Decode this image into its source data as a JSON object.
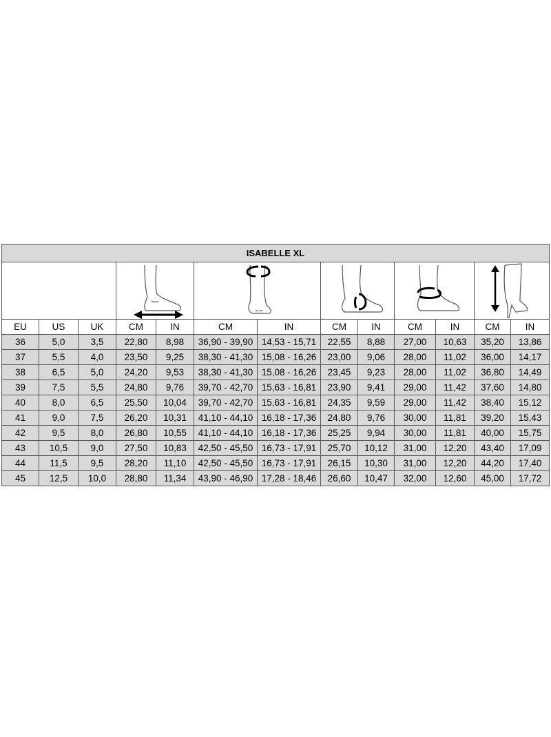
{
  "title": "ISABELLE XL",
  "icons": [
    {
      "name": "foot-length-icon"
    },
    {
      "name": "calf-circumference-icon"
    },
    {
      "name": "instep-circumference-icon"
    },
    {
      "name": "ankle-circumference-icon"
    },
    {
      "name": "shaft-height-icon"
    }
  ],
  "headers": [
    "EU",
    "US",
    "UK",
    "CM",
    "IN",
    "CM",
    "IN",
    "CM",
    "IN",
    "CM",
    "IN",
    "CM",
    "IN"
  ],
  "rows": [
    [
      "36",
      "5,0",
      "3,5",
      "22,80",
      "8,98",
      "36,90 - 39,90",
      "14,53 - 15,71",
      "22,55",
      "8,88",
      "27,00",
      "10,63",
      "35,20",
      "13,86"
    ],
    [
      "37",
      "5,5",
      "4,0",
      "23,50",
      "9,25",
      "38,30 - 41,30",
      "15,08 - 16,26",
      "23,00",
      "9,06",
      "28,00",
      "11,02",
      "36,00",
      "14,17"
    ],
    [
      "38",
      "6,5",
      "5,0",
      "24,20",
      "9,53",
      "38,30 - 41,30",
      "15,08 - 16,26",
      "23,45",
      "9,23",
      "28,00",
      "11,02",
      "36,80",
      "14,49"
    ],
    [
      "39",
      "7,5",
      "5,5",
      "24,80",
      "9,76",
      "39,70 - 42,70",
      "15,63 - 16,81",
      "23,90",
      "9,41",
      "29,00",
      "11,42",
      "37,60",
      "14,80"
    ],
    [
      "40",
      "8,0",
      "6,5",
      "25,50",
      "10,04",
      "39,70 - 42,70",
      "15,63 - 16,81",
      "24,35",
      "9,59",
      "29,00",
      "11,42",
      "38,40",
      "15,12"
    ],
    [
      "41",
      "9,0",
      "7,5",
      "26,20",
      "10,31",
      "41,10 - 44,10",
      "16,18 - 17,36",
      "24,80",
      "9,76",
      "30,00",
      "11,81",
      "39,20",
      "15,43"
    ],
    [
      "42",
      "9,5",
      "8,0",
      "26,80",
      "10,55",
      "41,10 - 44,10",
      "16,18 - 17,36",
      "25,25",
      "9,94",
      "30,00",
      "11,81",
      "40,00",
      "15,75"
    ],
    [
      "43",
      "10,5",
      "9,0",
      "27,50",
      "10,83",
      "42,50 - 45,50",
      "16,73 - 17,91",
      "25,70",
      "10,12",
      "31,00",
      "12,20",
      "43,40",
      "17,09"
    ],
    [
      "44",
      "11,5",
      "9,5",
      "28,20",
      "11,10",
      "42,50 - 45,50",
      "16,73 - 17,91",
      "26,15",
      "10,30",
      "31,00",
      "12,20",
      "44,20",
      "17,40"
    ],
    [
      "45",
      "12,5",
      "10,0",
      "28,80",
      "11,34",
      "43,90 - 46,90",
      "17,28 - 18,46",
      "26,60",
      "10,47",
      "32,00",
      "12,60",
      "45,00",
      "17,72"
    ]
  ]
}
